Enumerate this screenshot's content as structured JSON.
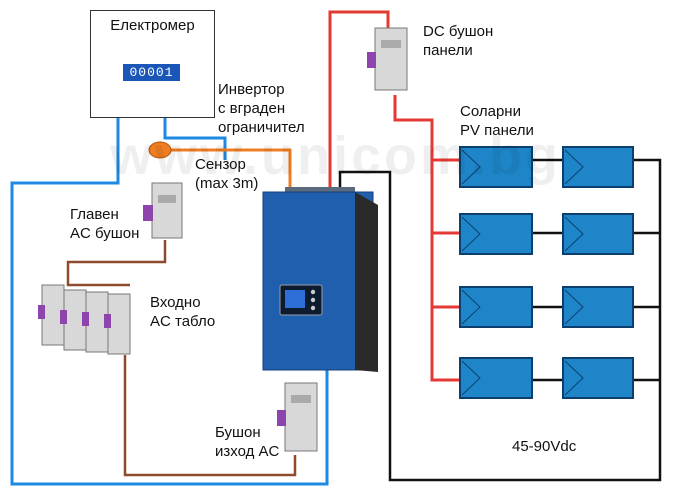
{
  "meter": {
    "title": "Електромер",
    "display": "00001"
  },
  "labels": {
    "inverter": [
      "Инвертор",
      "с вграден",
      "ограничител"
    ],
    "sensor": [
      "Сензор",
      "(max 3m)"
    ],
    "main_ac_fuse": [
      "Главен",
      "AC бушон"
    ],
    "input_ac_panel": [
      "Входно",
      "AC табло"
    ],
    "fuse_ac_out": [
      "Бушон",
      "изход AC"
    ],
    "dc_fuse": [
      "DC бушон",
      "панели"
    ],
    "solar_panels": [
      "Соларни",
      "PV панели"
    ],
    "voltage": "45-90Vdc"
  },
  "watermark": "www.unicom.bg",
  "colors": {
    "ac_line": "#1e88e5",
    "red_line": "#e53935",
    "brown_line": "#8d4a2c",
    "orange_line": "#ef7d22",
    "panel_blue": "#1e86c8",
    "inverter_blue": "#1f5fae"
  }
}
